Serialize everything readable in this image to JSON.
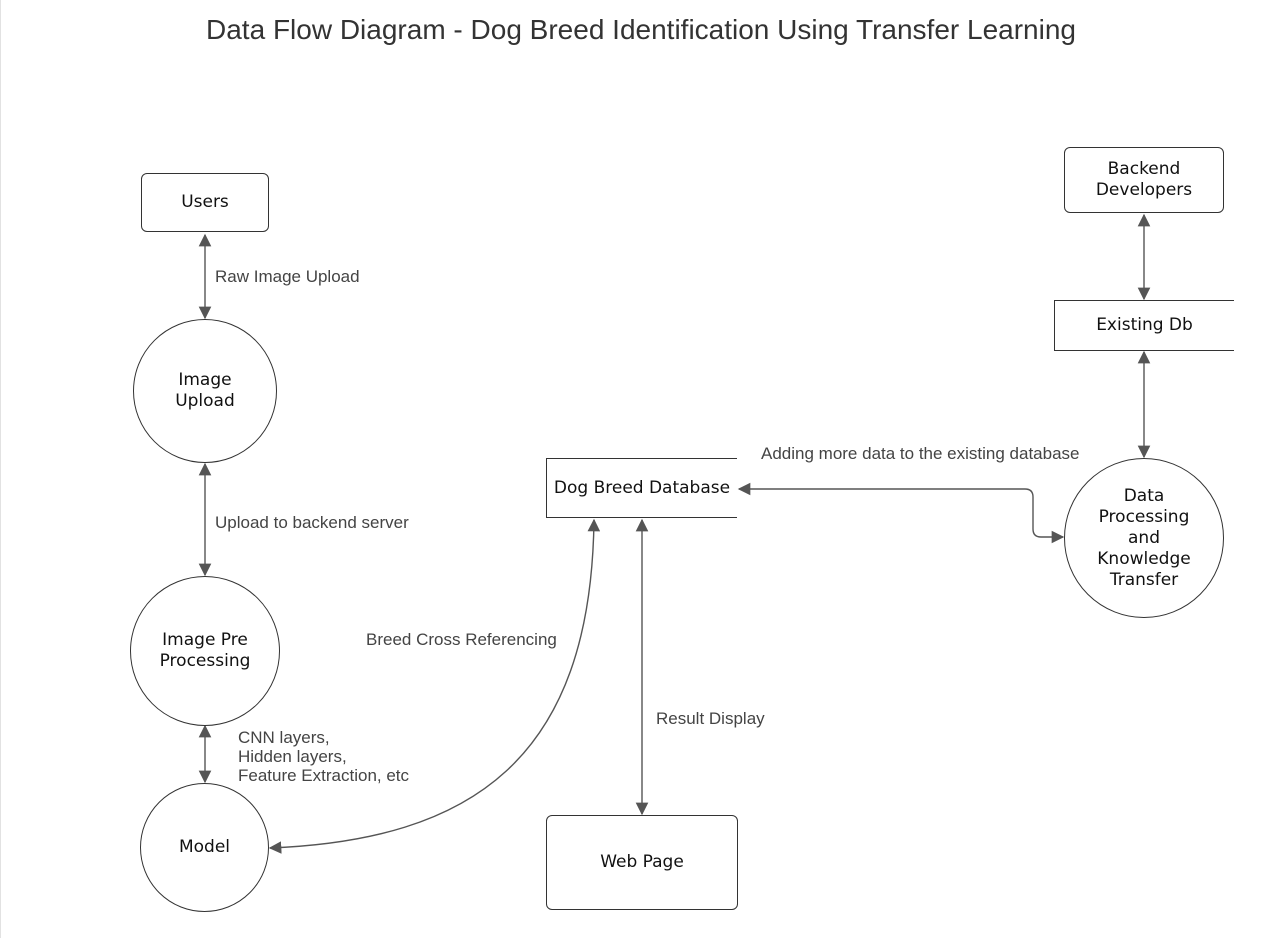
{
  "diagram": {
    "title": "Data Flow Diagram - Dog Breed Identification Using Transfer Learning",
    "nodes": {
      "users": "Users",
      "image_upload": "Image\nUpload",
      "image_pre_processing": "Image Pre\nProcessing",
      "model": "Model",
      "dog_breed_database": "Dog Breed Database",
      "web_page": "Web Page",
      "backend_developers": "Backend\nDevelopers",
      "existing_db": "Existing Db",
      "data_processing": "Data\nProcessing\nand\nKnowledge\nTransfer"
    },
    "flows": {
      "raw_image_upload": "Raw Image Upload",
      "upload_to_backend": "Upload to backend server",
      "cnn_layers": "CNN layers,\nHidden layers,\nFeature Extraction, etc",
      "breed_cross_referencing": "Breed Cross Referencing",
      "result_display": "Result Display",
      "adding_more_data": "Adding  more data to the existing database"
    },
    "colors": {
      "line": "#555555",
      "border": "#333333",
      "text": "#222222"
    }
  }
}
